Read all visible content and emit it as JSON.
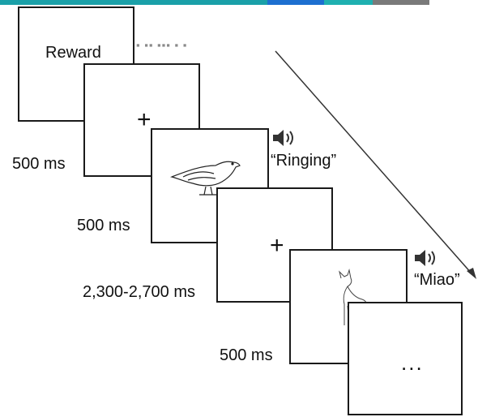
{
  "colors": {
    "frame_border": "#1a1a1a",
    "text": "#111111",
    "top_strip": [
      "#1aa0a8",
      "#1d6fd0",
      "#1fb0b0",
      "#3a3a3a",
      "#7a7a7a"
    ]
  },
  "frames": {
    "reward": {
      "label": "Reward"
    },
    "fixation_1": {
      "symbol": "+"
    },
    "bird": {
      "image": "bird-drawing",
      "sound_icon": "speaker-icon",
      "sound_label": "“Ringing”"
    },
    "fixation_2": {
      "symbol": "+"
    },
    "cat": {
      "image": "cat-drawing",
      "sound_icon": "speaker-icon",
      "sound_label": "“Miao”"
    },
    "continuation": {
      "symbol": "..."
    }
  },
  "durations": {
    "d1": "500 ms",
    "d2": "500 ms",
    "d3": "2,300-2,700 ms",
    "d4": "500 ms"
  },
  "time_arrow": {
    "icon": "time-arrow"
  }
}
